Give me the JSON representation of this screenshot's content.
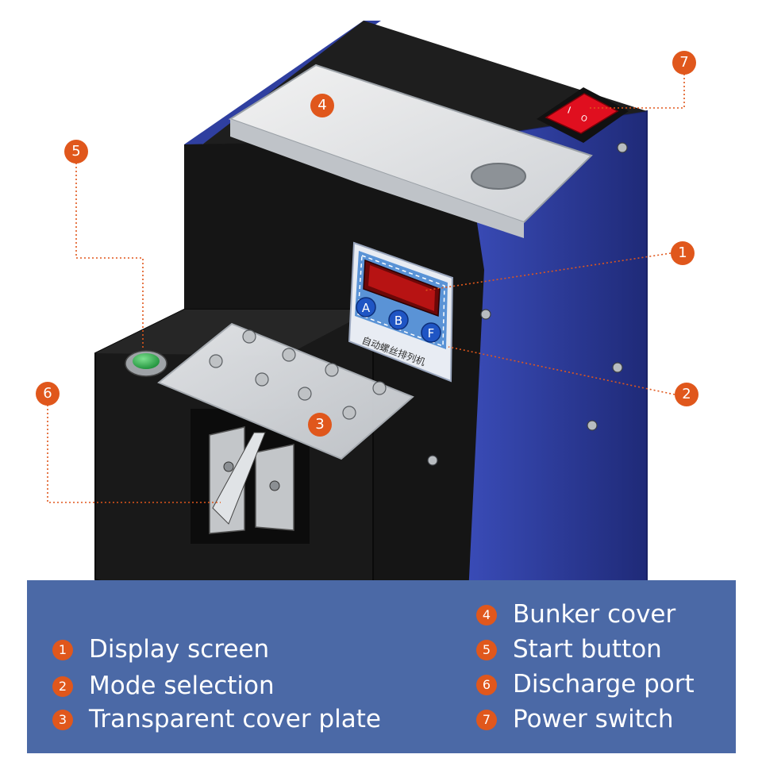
{
  "callouts": {
    "display_screen": "1",
    "mode_selection": "2",
    "cover_plate": "3",
    "bunker_cover": "4",
    "start_button": "5",
    "discharge_port": "6",
    "power_switch": "7"
  },
  "panel": {
    "buttons": [
      "A",
      "B",
      "F"
    ],
    "label": "自动螺丝排列机"
  },
  "switch": {
    "on_mark": "I",
    "off_mark": "O"
  },
  "legend": {
    "left": [
      {
        "num": "1",
        "text": "Display screen"
      },
      {
        "num": "2",
        "text": "Mode selection"
      },
      {
        "num": "3",
        "text": "Transparent cover plate"
      }
    ],
    "right": [
      {
        "num": "4",
        "text": "Bunker cover"
      },
      {
        "num": "5",
        "text": "Start button"
      },
      {
        "num": "6",
        "text": "Discharge port"
      },
      {
        "num": "7",
        "text": "Power switch"
      }
    ]
  },
  "colors": {
    "accent_orange": "#e0571c",
    "legend_background": "#4b69a6",
    "machine_blue": "#2f3fa0",
    "machine_black": "#161616",
    "lcd_red": "#e01818",
    "start_button_green": "#2bb048",
    "switch_red": "#e00f1f"
  }
}
